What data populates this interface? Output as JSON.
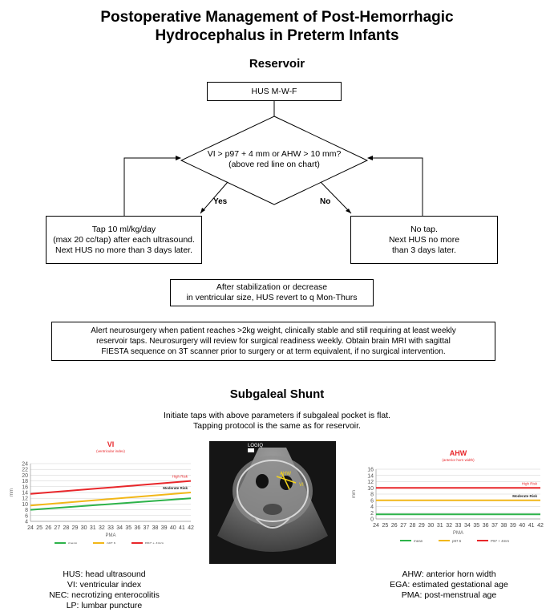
{
  "title_line1": "Postoperative Management of Post-Hemorrhagic",
  "title_line2": "Hydrocephalus in Preterm Infants",
  "reservoir": {
    "heading": "Reservoir",
    "hus_box": "HUS M-W-F",
    "decision_line1": "VI > p97 + 4 mm or AHW > 10 mm?",
    "decision_line2": "(above red line on chart)",
    "yes_label": "Yes",
    "no_label": "No",
    "yes_box": [
      "Tap 10 ml/kg/day",
      "(max 20 cc/tap) after each ultrasound.",
      "Next HUS no more than 3 days later."
    ],
    "no_box": [
      "No tap.",
      "Next HUS no more",
      "than 3 days later."
    ],
    "stabilization_box": [
      "After stabilization or decrease",
      "in ventricular size, HUS revert to q Mon-Thurs"
    ],
    "alert_box": [
      "Alert neurosurgery when patient reaches >2kg weight, clinically stable and still requiring at least weekly",
      "reservoir taps. Neurosurgery will review for surgical readiness weekly. Obtain brain MRI with sagittal",
      "FIESTA sequence on 3T scanner prior to surgery or at term equivalent, if no surgical intervention."
    ]
  },
  "subgaleal": {
    "heading": "Subgaleal Shunt",
    "line1": "Initiate taps with above parameters if subgaleal pocket is flat.",
    "line2": "Tapping protocol is the same as for reservoir."
  },
  "ultrasound": {
    "logo": "LOGIQ",
    "ahw_label": "AHW",
    "vi_label": "VI"
  },
  "legend_left": [
    "HUS: head ultrasound",
    "VI: ventricular index",
    "NEC: necrotizing enterocolitis",
    "LP: lumbar puncture"
  ],
  "legend_right": [
    "AHW: anterior horn width",
    "EGA: estimated gestational age",
    "PMA: post-menstrual age"
  ],
  "colors": {
    "mean": "#2db34a",
    "p97": "#f2b718",
    "high": "#e8262a",
    "grid": "#cfcfcf"
  },
  "chart_data": [
    {
      "type": "line",
      "title": "VI",
      "subtitle": "(ventricular index)",
      "xlabel": "PMA",
      "ylabel": "mm",
      "x": [
        24,
        25,
        26,
        27,
        28,
        29,
        30,
        31,
        32,
        33,
        34,
        35,
        36,
        37,
        38,
        39,
        40,
        41,
        42
      ],
      "ylim": [
        4,
        24
      ],
      "yticks": [
        4,
        6,
        8,
        10,
        12,
        14,
        16,
        18,
        20,
        22,
        24
      ],
      "grid": true,
      "series": [
        {
          "name": "mean",
          "color": "#2db34a",
          "start": 8.0,
          "end": 12.0
        },
        {
          "name": "p97.5",
          "color": "#f2b718",
          "start": 9.5,
          "end": 14.0
        },
        {
          "name": "P97 + 4mm",
          "color": "#e8262a",
          "start": 13.5,
          "end": 18.0
        }
      ],
      "annotations": [
        "High Risk",
        "Moderate Risk"
      ]
    },
    {
      "type": "line",
      "title": "AHW",
      "subtitle": "(anterior horn width)",
      "xlabel": "PMA",
      "ylabel": "mm",
      "x": [
        24,
        25,
        26,
        27,
        28,
        29,
        30,
        31,
        32,
        33,
        34,
        35,
        36,
        37,
        38,
        39,
        40,
        41,
        42
      ],
      "ylim": [
        0,
        16
      ],
      "yticks": [
        0,
        2,
        4,
        6,
        8,
        10,
        12,
        14,
        16
      ],
      "grid": true,
      "series": [
        {
          "name": "mean",
          "color": "#2db34a",
          "start": 1.5,
          "end": 1.5
        },
        {
          "name": "p97.5",
          "color": "#f2b718",
          "start": 6.0,
          "end": 6.0
        },
        {
          "name": "P97 + 4mm",
          "color": "#e8262a",
          "start": 10.0,
          "end": 10.0
        }
      ],
      "annotations": [
        "High Risk",
        "Moderate Risk"
      ]
    }
  ]
}
